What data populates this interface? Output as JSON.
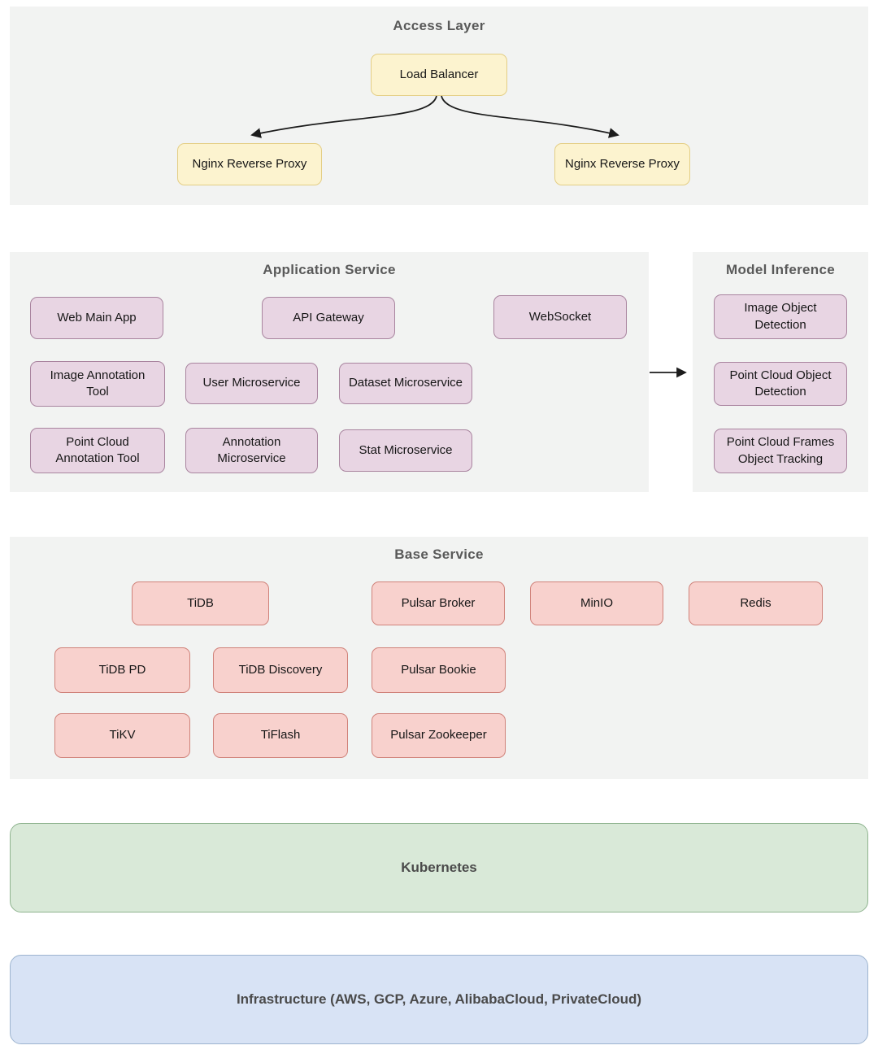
{
  "access_layer": {
    "title": "Access Layer",
    "load_balancer": "Load Balancer",
    "nginx_left": "Nginx Reverse Proxy",
    "nginx_right": "Nginx Reverse Proxy"
  },
  "application_service": {
    "title": "Application Service",
    "nodes": [
      "Web Main App",
      "API Gateway",
      "WebSocket",
      "Image Annotation Tool",
      "User Microservice",
      "Dataset Microservice",
      "Point Cloud Annotation Tool",
      "Annotation Microservice",
      "Stat Microservice"
    ]
  },
  "model_inference": {
    "title": "Model Inference",
    "nodes": [
      "Image Object Detection",
      "Point Cloud Object Detection",
      "Point Cloud Frames Object Tracking"
    ]
  },
  "base_service": {
    "title": "Base Service",
    "nodes": [
      "TiDB",
      "Pulsar Broker",
      "MinIO",
      "Redis",
      "TiDB PD",
      "TiDB Discovery",
      "Pulsar Bookie",
      "TiKV",
      "TiFlash",
      "Pulsar Zookeeper"
    ]
  },
  "kubernetes_label": "Kubernetes",
  "infrastructure_label": "Infrastructure (AWS, GCP, Azure, AlibabaCloud, PrivateCloud)",
  "colors": {
    "panel_bg": "#f2f3f2",
    "title_text": "#595959",
    "node_text": "#161616",
    "yellow_fill": "#fcf3cf",
    "yellow_border": "#e4ce85",
    "purple_fill": "#e8d5e3",
    "purple_border": "#a9849f",
    "red_fill": "#f8d1cd",
    "red_border": "#d0827a",
    "green_fill": "#d9e9d8",
    "green_border": "#8fb48f",
    "blue_fill": "#d8e3f5",
    "blue_border": "#9db4cf",
    "arrow": "#1c1c1c"
  }
}
